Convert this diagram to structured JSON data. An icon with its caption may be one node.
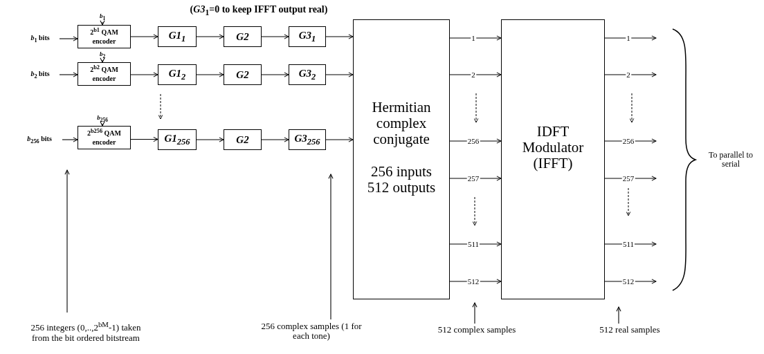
{
  "diagram": {
    "nodes": [
      {
        "text": [
          "*b*$_{1}$ bits"
        ]
      },
      {
        "text": [
          "*b*$_{1}$"
        ]
      },
      {
        "text": [
          "2$^{b1}$ QAM encoder"
        ]
      },
      {
        "text": [
          "G1$_{1}$"
        ]
      },
      {
        "text": [
          "G2"
        ]
      },
      {
        "text": [
          "G3$_{1}$"
        ]
      },
      {
        "text": [
          "*b*$_{2}$ bits"
        ]
      },
      {
        "text": [
          "*b*$_{2}$"
        ]
      },
      {
        "text": [
          "2$^{b2}$ QAM encoder"
        ]
      },
      {
        "text": [
          "G1$_{2}$"
        ]
      },
      {
        "text": [
          "G2"
        ]
      },
      {
        "text": [
          "G3$_{2}$"
        ]
      },
      {
        "text": [
          "*b*$_{256}$ bits"
        ]
      },
      {
        "text": [
          "*b*$_{256}$"
        ]
      },
      {
        "text": [
          "2$^{b256}$ QAM encoder"
        ]
      },
      {
        "text": [
          "G1$_{256}$"
        ]
      },
      {
        "text": [
          "G2"
        ]
      },
      {
        "text": [
          "G3$_{256}$"
        ]
      },
      {
        "text": [
          "Hermitian complex conjugate",
          "256 inputs 512 outputs"
        ]
      },
      {
        "text": [
          "IDFT Modulator (IFFT)"
        ]
      },
      {
        "text": [
          "256 integers (0,..,2$^{bM}$-1) taken from the bit ordered bitstream"
        ]
      },
      {
        "text": [
          "256 complex samples (1 for each tone)"
        ]
      },
      {
        "text": [
          "512 complex samples"
        ]
      },
      {
        "text": [
          "512 real samples"
        ]
      }
    ],
    "edges": [
      {
        "from": 0,
        "to": 2,
        "arrow": "to"
      },
      {
        "from": 1,
        "to": 2,
        "arrow": "to"
      },
      {
        "from": 2,
        "to": 3,
        "arrow": "to"
      },
      {
        "from": 3,
        "to": 4,
        "arrow": "to"
      },
      {
        "from": 4,
        "to": 5,
        "arrow": "to"
      },
      {
        "from": 5,
        "to": 18,
        "arrow": "to"
      },
      {
        "from": 6,
        "to": 8,
        "arrow": "to"
      },
      {
        "from": 7,
        "to": 8,
        "arrow": "to"
      },
      {
        "from": 8,
        "to": 9,
        "arrow": "to"
      },
      {
        "from": 9,
        "to": 10,
        "arrow": "to"
      },
      {
        "from": 10,
        "to": 11,
        "arrow": "to"
      },
      {
        "from": 11,
        "to": 18,
        "arrow": "to"
      },
      {
        "from": 12,
        "to": 14,
        "arrow": "to"
      },
      {
        "from": 13,
        "to": 14,
        "arrow": "to"
      },
      {
        "from": 14,
        "to": 15,
        "arrow": "to"
      },
      {
        "from": 15,
        "to": 16,
        "arrow": "to"
      },
      {
        "from": 16,
        "to": 17,
        "arrow": "to"
      },
      {
        "from": 17,
        "to": 18,
        "arrow": "to"
      },
      {
        "from": 18,
        "to": 19,
        "arrow": "to",
        "label": "1"
      },
      {
        "from": 18,
        "to": 19,
        "arrow": "to",
        "label": "2"
      },
      {
        "from": 18,
        "to": 19,
        "arrow": "to",
        "label": "256"
      },
      {
        "from": 18,
        "to": 19,
        "arrow": "to",
        "label": "257"
      },
      {
        "from": 18,
        "to": 19,
        "arrow": "to",
        "label": "511"
      },
      {
        "from": 18,
        "to": 19,
        "arrow": "to",
        "label": "512"
      },
      {
        "from": 19,
        "to": null,
        "arrow": "to",
        "label": "1"
      },
      {
        "from": 19,
        "to": null,
        "arrow": "to",
        "label": "2"
      },
      {
        "from": 19,
        "to": null,
        "arrow": "to",
        "label": "256"
      },
      {
        "from": 19,
        "to": null,
        "arrow": "to",
        "label": "257"
      },
      {
        "from": 19,
        "to": null,
        "arrow": "to",
        "label": "511"
      },
      {
        "from": 19,
        "to": null,
        "arrow": "to",
        "label": "512"
      },
      {
        "from": 20,
        "to": null,
        "arrow": "to"
      },
      {
        "from": 21,
        "to": null,
        "arrow": "to"
      },
      {
        "from": 22,
        "to": null,
        "arrow": "to"
      },
      {
        "from": 23,
        "to": null,
        "arrow": "to"
      }
    ],
    "labels": [
      "(*G3*$_{1}$=0 to keep IFFT output real)",
      "To parallel to serial"
    ]
  }
}
